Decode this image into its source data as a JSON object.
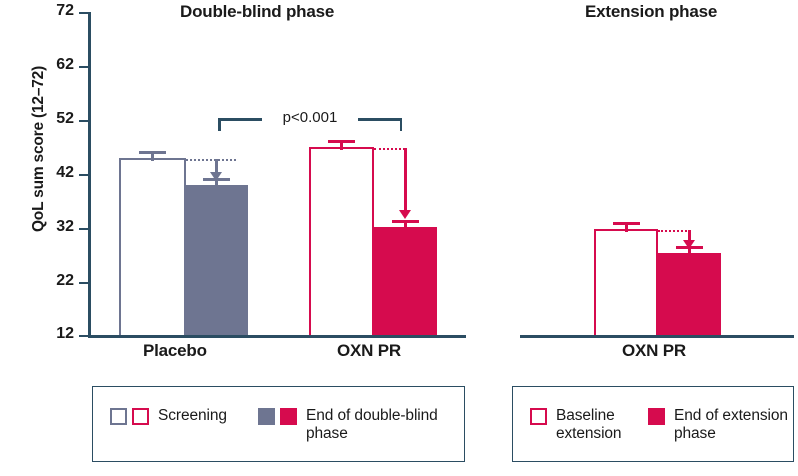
{
  "panels": [
    {
      "title": "Double-blind phase"
    },
    {
      "title": "Extension phase"
    }
  ],
  "axis": {
    "y_label": "QoL sum score (12–72)",
    "ticks": [
      "72",
      "62",
      "52",
      "42",
      "32",
      "22",
      "12"
    ]
  },
  "annotations": {
    "p_value": "p<0.001"
  },
  "x_labels": {
    "placebo": "Placebo",
    "oxn_pr_double_blind": "OXN PR",
    "oxn_pr_extension": "OXN PR"
  },
  "legend_left": {
    "items": [
      {
        "label": "Screening",
        "swatches": [
          "open-gray",
          "open-red"
        ]
      },
      {
        "label": "End of double-blind phase",
        "swatches": [
          "fill-gray",
          "fill-red"
        ]
      }
    ]
  },
  "legend_right": {
    "items": [
      {
        "label": "Baseline extension",
        "swatches": [
          "open-red"
        ]
      },
      {
        "label": "End of extension phase",
        "swatches": [
          "fill-red"
        ]
      }
    ]
  },
  "colors": {
    "crimson": "#d60b4e",
    "slate_gray": "#6e7591",
    "axis_blue": "#2b4d62",
    "text": "#1a1a1a"
  },
  "chart_data": {
    "type": "bar",
    "title": "QoL sum score by treatment group",
    "xlabel": "",
    "ylabel": "QoL sum score (12–72)",
    "ylim": [
      12,
      72
    ],
    "yticks": [
      12,
      22,
      32,
      42,
      52,
      62,
      72
    ],
    "grid": false,
    "legend_position": "bottom",
    "panels": [
      {
        "name": "Double-blind phase",
        "categories": [
          "Placebo",
          "OXN PR"
        ],
        "series": [
          {
            "name": "Screening",
            "values": [
              44.3,
              46.7
            ],
            "errors": [
              1.2,
              1.2
            ]
          },
          {
            "name": "End of double-blind phase",
            "values": [
              40.0,
              32.0
            ],
            "errors": [
              1.3,
              1.2
            ]
          }
        ],
        "annotation": {
          "text": "p<0.001",
          "spans": [
            "Placebo",
            "OXN PR"
          ]
        }
      },
      {
        "name": "Extension phase",
        "categories": [
          "OXN PR"
        ],
        "series": [
          {
            "name": "Baseline extension",
            "values": [
              31.8
            ],
            "errors": [
              1.2
            ]
          },
          {
            "name": "End of extension phase",
            "values": [
              27.4
            ],
            "errors": [
              1.1
            ]
          }
        ]
      }
    ]
  }
}
